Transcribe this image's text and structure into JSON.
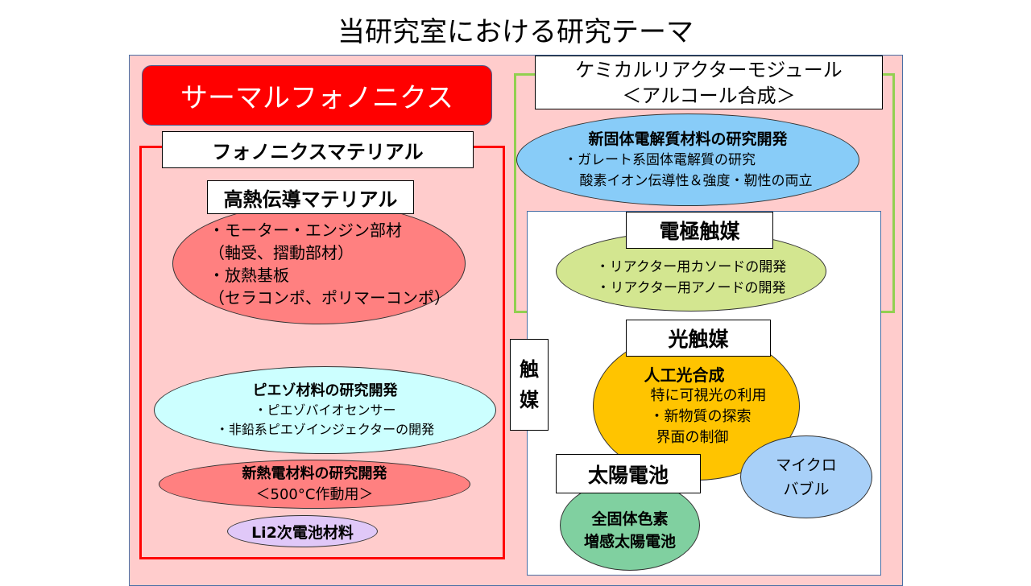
{
  "title": "当研究室における研究テーマ",
  "thermal": {
    "banner": "サーマルフォノニクス",
    "materials_label": "フォノニクスマテリアル",
    "high_heat": {
      "label": "高熱伝導マテリアル",
      "lines": [
        "・モーター・エンジン部材",
        "（軸受、摺動部材）",
        "・放熱基板",
        "（セラコンポ、ポリマーコンポ）"
      ]
    },
    "piezo": {
      "title": "ピエゾ材料の研究開発",
      "lines": [
        "・ピエゾバイオセンサー",
        "・非鉛系ピエゾインジェクターの開発"
      ]
    },
    "thermoelectric": {
      "title": "新熱電材料の研究開発",
      "sub": "＜500°C作動用＞"
    },
    "li2": "Li2次電池材料"
  },
  "chemical": {
    "header_line1": "ケミカルリアクターモジュール",
    "header_line2": "＜アルコール合成＞",
    "electrolyte": {
      "title": "新固体電解質材料の研究開発",
      "lines": [
        "・ガレート系固体電解質の研究",
        "酸素イオン伝導性＆強度・靭性の両立"
      ]
    }
  },
  "catalyst": {
    "label_1": "触",
    "label_2": "媒",
    "electrode": {
      "label": "電極触媒",
      "lines": [
        "・リアクター用カソードの開発",
        "・リアクター用アノードの開発"
      ]
    },
    "photo": {
      "label": "光触媒",
      "title": "人工光合成",
      "lines": [
        "特に可視光の利用",
        "・新物質の探索",
        "界面の制御"
      ]
    },
    "microbubble": [
      "マイクロ",
      "バブル"
    ],
    "solar": {
      "label": "太陽電池",
      "lines": [
        "全固体色素",
        "増感太陽電池"
      ]
    }
  },
  "colors": {
    "red": "#ff0000",
    "salmon": "#ff8080",
    "light_cyan": "#ccffff",
    "lavender": "#e0c8f8",
    "sky_blue": "#88ccf8",
    "olive_green": "#d3e690",
    "gold": "#ffc400",
    "light_blue": "#a8d0f8",
    "green": "#80d0a0",
    "green_border": "#92d050"
  }
}
